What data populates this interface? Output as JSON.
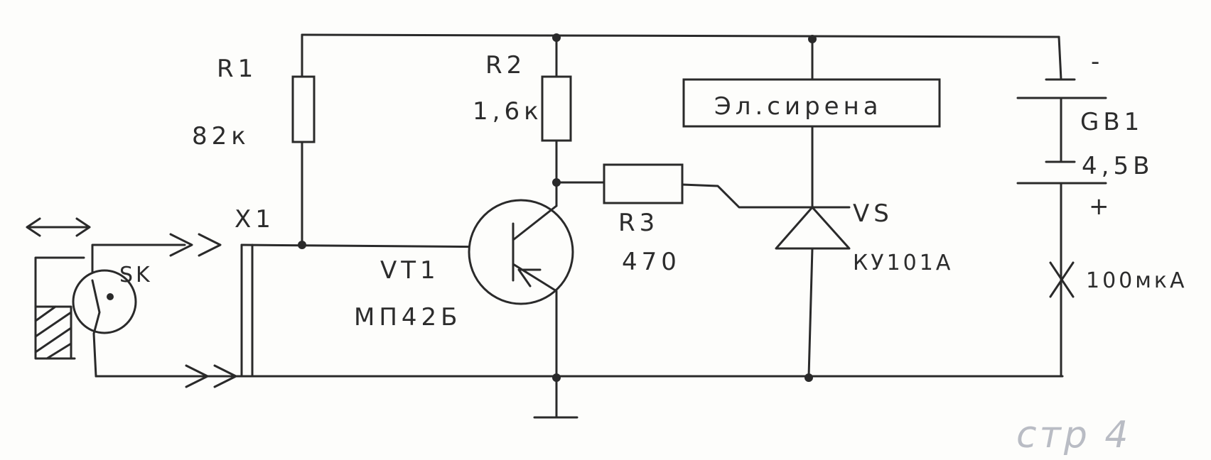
{
  "labels": {
    "r1_name": "R1",
    "r1_value": "82к",
    "r2_name": "R2",
    "r2_value": "1,6к",
    "r3_name": "R3",
    "r3_value": "470",
    "siren": "Эл.сирена",
    "gb_name": "GB1",
    "gb_value": "4,5В",
    "gb_minus": "-",
    "gb_plus": "+",
    "meter_value": "100мкА",
    "vs_name": "VS",
    "vs_type": "КУ101А",
    "vt_name": "VT1",
    "vt_type": "МП42Б",
    "x1": "X1",
    "sk": "SK",
    "corner_note": "стр 4"
  }
}
